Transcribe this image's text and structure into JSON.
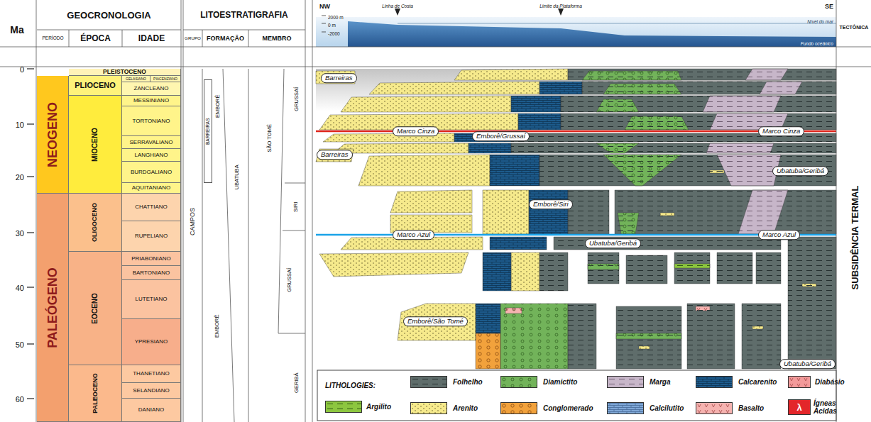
{
  "diagram": {
    "nodes": [
      {
        "text": [
          "GEOCRONOLOGIA"
        ]
      },
      {
        "text": [
          "PERÍODO"
        ]
      },
      {
        "text": [
          "ÉPOCA"
        ]
      },
      {
        "text": [
          "IDADE"
        ]
      },
      {
        "text": [
          "LITOESTRATIGRAFIA"
        ]
      },
      {
        "text": [
          "GRUPO"
        ]
      },
      {
        "text": [
          "FORMAÇÃO"
        ]
      },
      {
        "text": [
          "MEMBRO"
        ]
      },
      {
        "text": [
          "PLEISTOCENO"
        ]
      },
      {
        "text": [
          "NEOGENO"
        ]
      },
      {
        "text": [
          "PLIOCENO"
        ]
      },
      {
        "text": [
          "GELASIANO"
        ]
      },
      {
        "text": [
          "PIACENZIANO"
        ]
      },
      {
        "text": [
          "ZANCLEANO"
        ]
      },
      {
        "text": [
          "MIOCENO"
        ]
      },
      {
        "text": [
          "MESSINIANO"
        ]
      },
      {
        "text": [
          "TORTONIANO"
        ]
      },
      {
        "text": [
          "SERRAVALIANO"
        ]
      },
      {
        "text": [
          "LANGHIANO"
        ]
      },
      {
        "text": [
          "BURDGALIANO"
        ]
      },
      {
        "text": [
          "AQUITANIANO"
        ]
      },
      {
        "text": [
          "PALEÓGENO"
        ]
      },
      {
        "text": [
          "OLIGOCENO"
        ]
      },
      {
        "text": [
          "CHATTIANO"
        ]
      },
      {
        "text": [
          "RUPELIANO"
        ]
      },
      {
        "text": [
          "EOCENO"
        ]
      },
      {
        "text": [
          "PRIABONIANO"
        ]
      },
      {
        "text": [
          "BARTONIANO"
        ]
      },
      {
        "text": [
          "LUTETIANO"
        ]
      },
      {
        "text": [
          "YPRESIANO"
        ]
      },
      {
        "text": [
          "PALEOCENO"
        ]
      },
      {
        "text": [
          "THANETIANO"
        ]
      },
      {
        "text": [
          "SELANDIANO"
        ]
      },
      {
        "text": [
          "DANIANO"
        ]
      },
      {
        "text": [
          "CAMPOS"
        ]
      },
      {
        "text": [
          "EMBORÊ"
        ]
      },
      {
        "text": [
          "BARREIRAS"
        ]
      },
      {
        "text": [
          "UBATUBA"
        ]
      },
      {
        "text": [
          "EMBORÊ"
        ]
      },
      {
        "text": [
          "SÃO TOMÉ"
        ]
      },
      {
        "text": [
          "GRUSSAÍ"
        ]
      },
      {
        "text": [
          "SIRI"
        ]
      },
      {
        "text": [
          "GRUSSAÍ"
        ]
      },
      {
        "text": [
          "GERIBÁ"
        ]
      },
      {
        "text": [
          "Barreiras"
        ]
      },
      {
        "text": [
          "Marco Cinza"
        ]
      },
      {
        "text": [
          "Emborê/Grussaí"
        ]
      },
      {
        "text": [
          "Marco Cinza"
        ]
      },
      {
        "text": [
          "Barreiras"
        ]
      },
      {
        "text": [
          "Ubatuba/Geribá"
        ]
      },
      {
        "text": [
          "Emborê/Siri"
        ]
      },
      {
        "text": [
          "Marco Azul"
        ]
      },
      {
        "text": [
          "Ubatuba/Geribá"
        ]
      },
      {
        "text": [
          "Marco Azul"
        ]
      },
      {
        "text": [
          "Emborê/São Tomé"
        ]
      },
      {
        "text": [
          "Ubatuba/Geribá"
        ]
      }
    ],
    "labels": [
      "Ma",
      "0",
      "10",
      "20",
      "30",
      "40",
      "50",
      "60",
      "NW",
      "SE",
      "Linha de Costa",
      "Limite da Plataforma",
      "2000 m",
      "0 m",
      "-2000",
      "Nível do mar",
      "Fundo oceânico",
      "TECTÔNICA",
      "SUBSIDÊNCIA TERMAL",
      "LITHOLOGIES:",
      "λ"
    ],
    "legend": [
      {
        "text": "Folhelho",
        "color": "#5f6d6b"
      },
      {
        "text": "Diamictito",
        "color": "#72b35a"
      },
      {
        "text": "Marga",
        "color": "#c7b6c9"
      },
      {
        "text": "Calcarenito",
        "color": "#1d5b8c"
      },
      {
        "text": "Diabásio",
        "color": "#f29a9a"
      },
      {
        "text": "Argilito",
        "color": "#8cc63f"
      },
      {
        "text": "Arenito",
        "color": "#f6ea8c"
      },
      {
        "text": "Conglomerado",
        "color": "#f2a23c"
      },
      {
        "text": "Calcilutito",
        "color": "#7fa7d6"
      },
      {
        "text": "Basalto",
        "color": "#f6b3b0"
      },
      {
        "text": "Ígneas Ácidas",
        "color": "#e3262a"
      }
    ]
  }
}
